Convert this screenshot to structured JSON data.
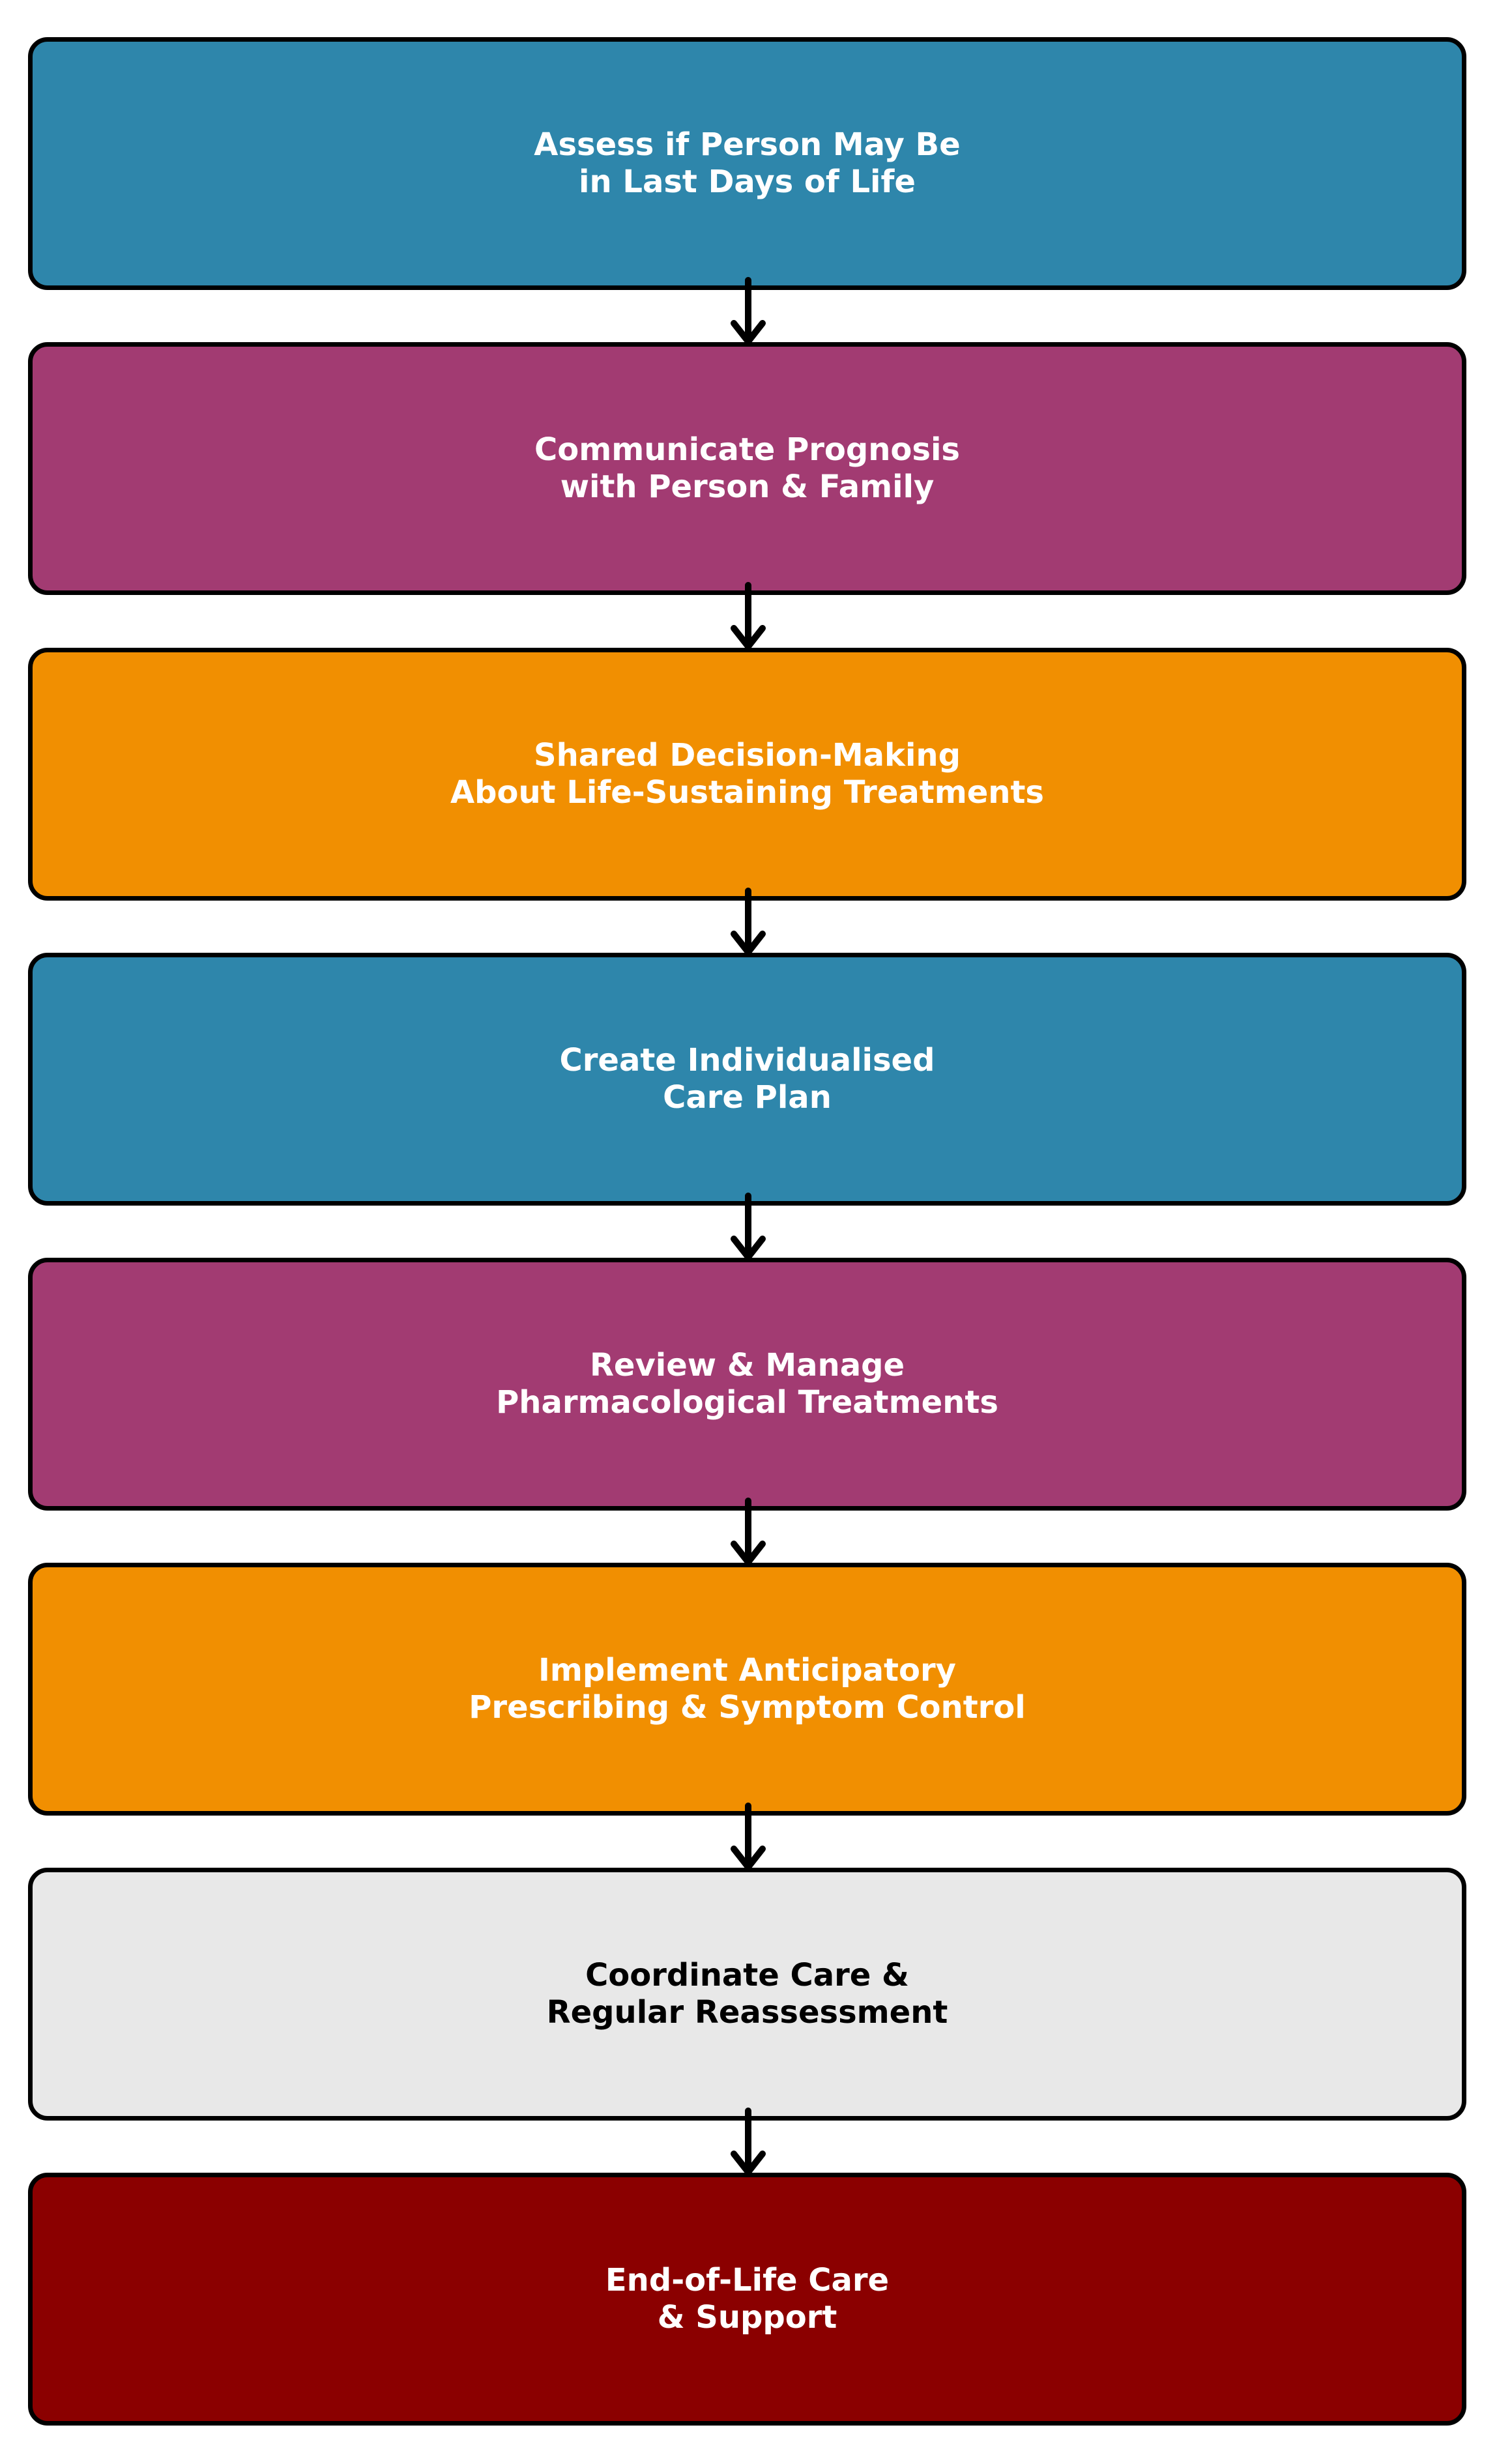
{
  "diagram": {
    "steps": [
      {
        "label": "Assess if Person May Be\nin Last Days of Life",
        "fill": "#2E86AB",
        "text_color": "#FFFFFF"
      },
      {
        "label": "Communicate Prognosis\nwith Person & Family",
        "fill": "#A23B72",
        "text_color": "#FFFFFF"
      },
      {
        "label": "Shared Decision-Making\nAbout Life-Sustaining Treatments",
        "fill": "#F18F01",
        "text_color": "#FFFFFF"
      },
      {
        "label": "Create Individualised\nCare Plan",
        "fill": "#2E86AB",
        "text_color": "#FFFFFF"
      },
      {
        "label": "Review & Manage\nPharmacological Treatments",
        "fill": "#A23B72",
        "text_color": "#FFFFFF"
      },
      {
        "label": "Implement Anticipatory\nPrescribing & Symptom Control",
        "fill": "#F18F01",
        "text_color": "#FFFFFF"
      },
      {
        "label": "Coordinate Care &\nRegular Reassessment",
        "fill": "#E8E8E8",
        "text_color": "#000000"
      },
      {
        "label": "End-of-Life Care\n& Support",
        "fill": "#8B0000",
        "text_color": "#FFFFFF"
      }
    ],
    "border_color": "#000000",
    "arrow_color": "#000000"
  }
}
